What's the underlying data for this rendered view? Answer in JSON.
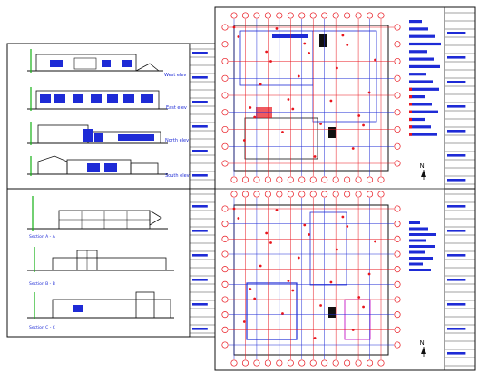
{
  "elevations": {
    "labels": [
      "West elev",
      "East elev",
      "North elev",
      "South elev"
    ]
  },
  "sections": {
    "labels": [
      "Section A - A",
      "Section B - B",
      "Section C - C"
    ]
  },
  "north_arrow_top": {
    "label": "N"
  },
  "north_arrow_bottom": {
    "label": "N"
  },
  "colors": {
    "plan_red": "#e8141c",
    "plan_blue": "#1e2bd6",
    "accent_green": "#14b014",
    "magenta": "#c616c6",
    "ink": "#111111"
  }
}
